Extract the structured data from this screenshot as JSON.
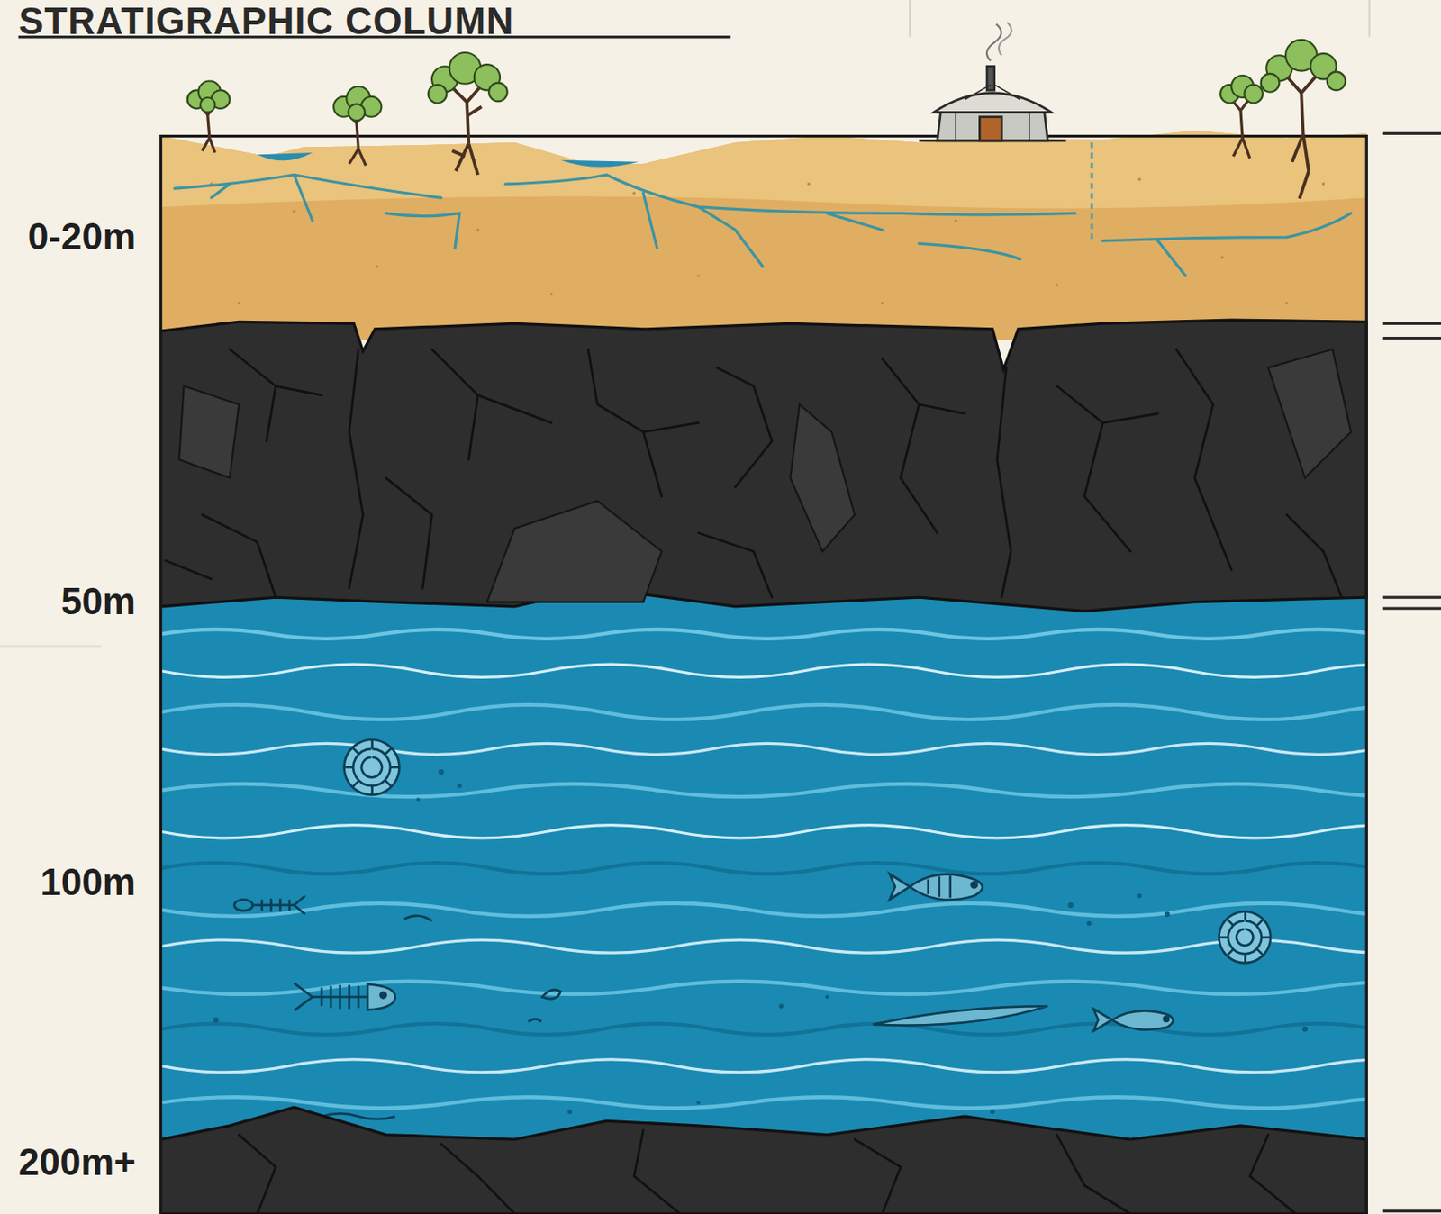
{
  "diagram": {
    "title": "STRATIGRAPHIC COLUMN",
    "labels": [
      "0-20m",
      "50m",
      "100m",
      "200m+"
    ]
  }
}
